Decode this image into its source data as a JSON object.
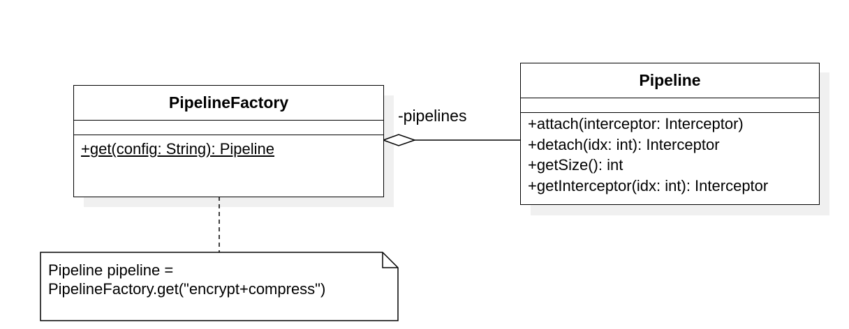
{
  "classes": {
    "factory": {
      "name": "PipelineFactory",
      "operations": [
        "+get(config: String): Pipeline"
      ]
    },
    "pipeline": {
      "name": "Pipeline",
      "operations": [
        "+attach(interceptor: Interceptor)",
        "+detach(idx: int): Interceptor",
        "+getSize(): int",
        "+getInterceptor(idx: int): Interceptor"
      ]
    }
  },
  "association": {
    "role_label": "-pipelines",
    "kind": "aggregation"
  },
  "note": {
    "lines": [
      "Pipeline pipeline =",
      "PipelineFactory.get(\"encrypt+compress\")"
    ]
  }
}
